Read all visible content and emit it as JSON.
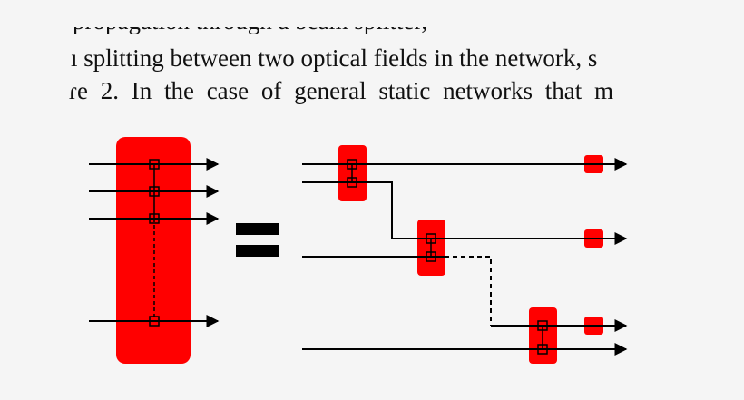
{
  "text_lines": [
    "propagation through a beam splitter,",
    "ı splitting between two optical fields in the network, s",
    "ɾe 2. In the case of general static networks that m"
  ],
  "colors": {
    "block": "#ff0000",
    "line": "#000000",
    "background": "#f5f5f5"
  },
  "icons": {
    "equals": "equals-sign"
  }
}
